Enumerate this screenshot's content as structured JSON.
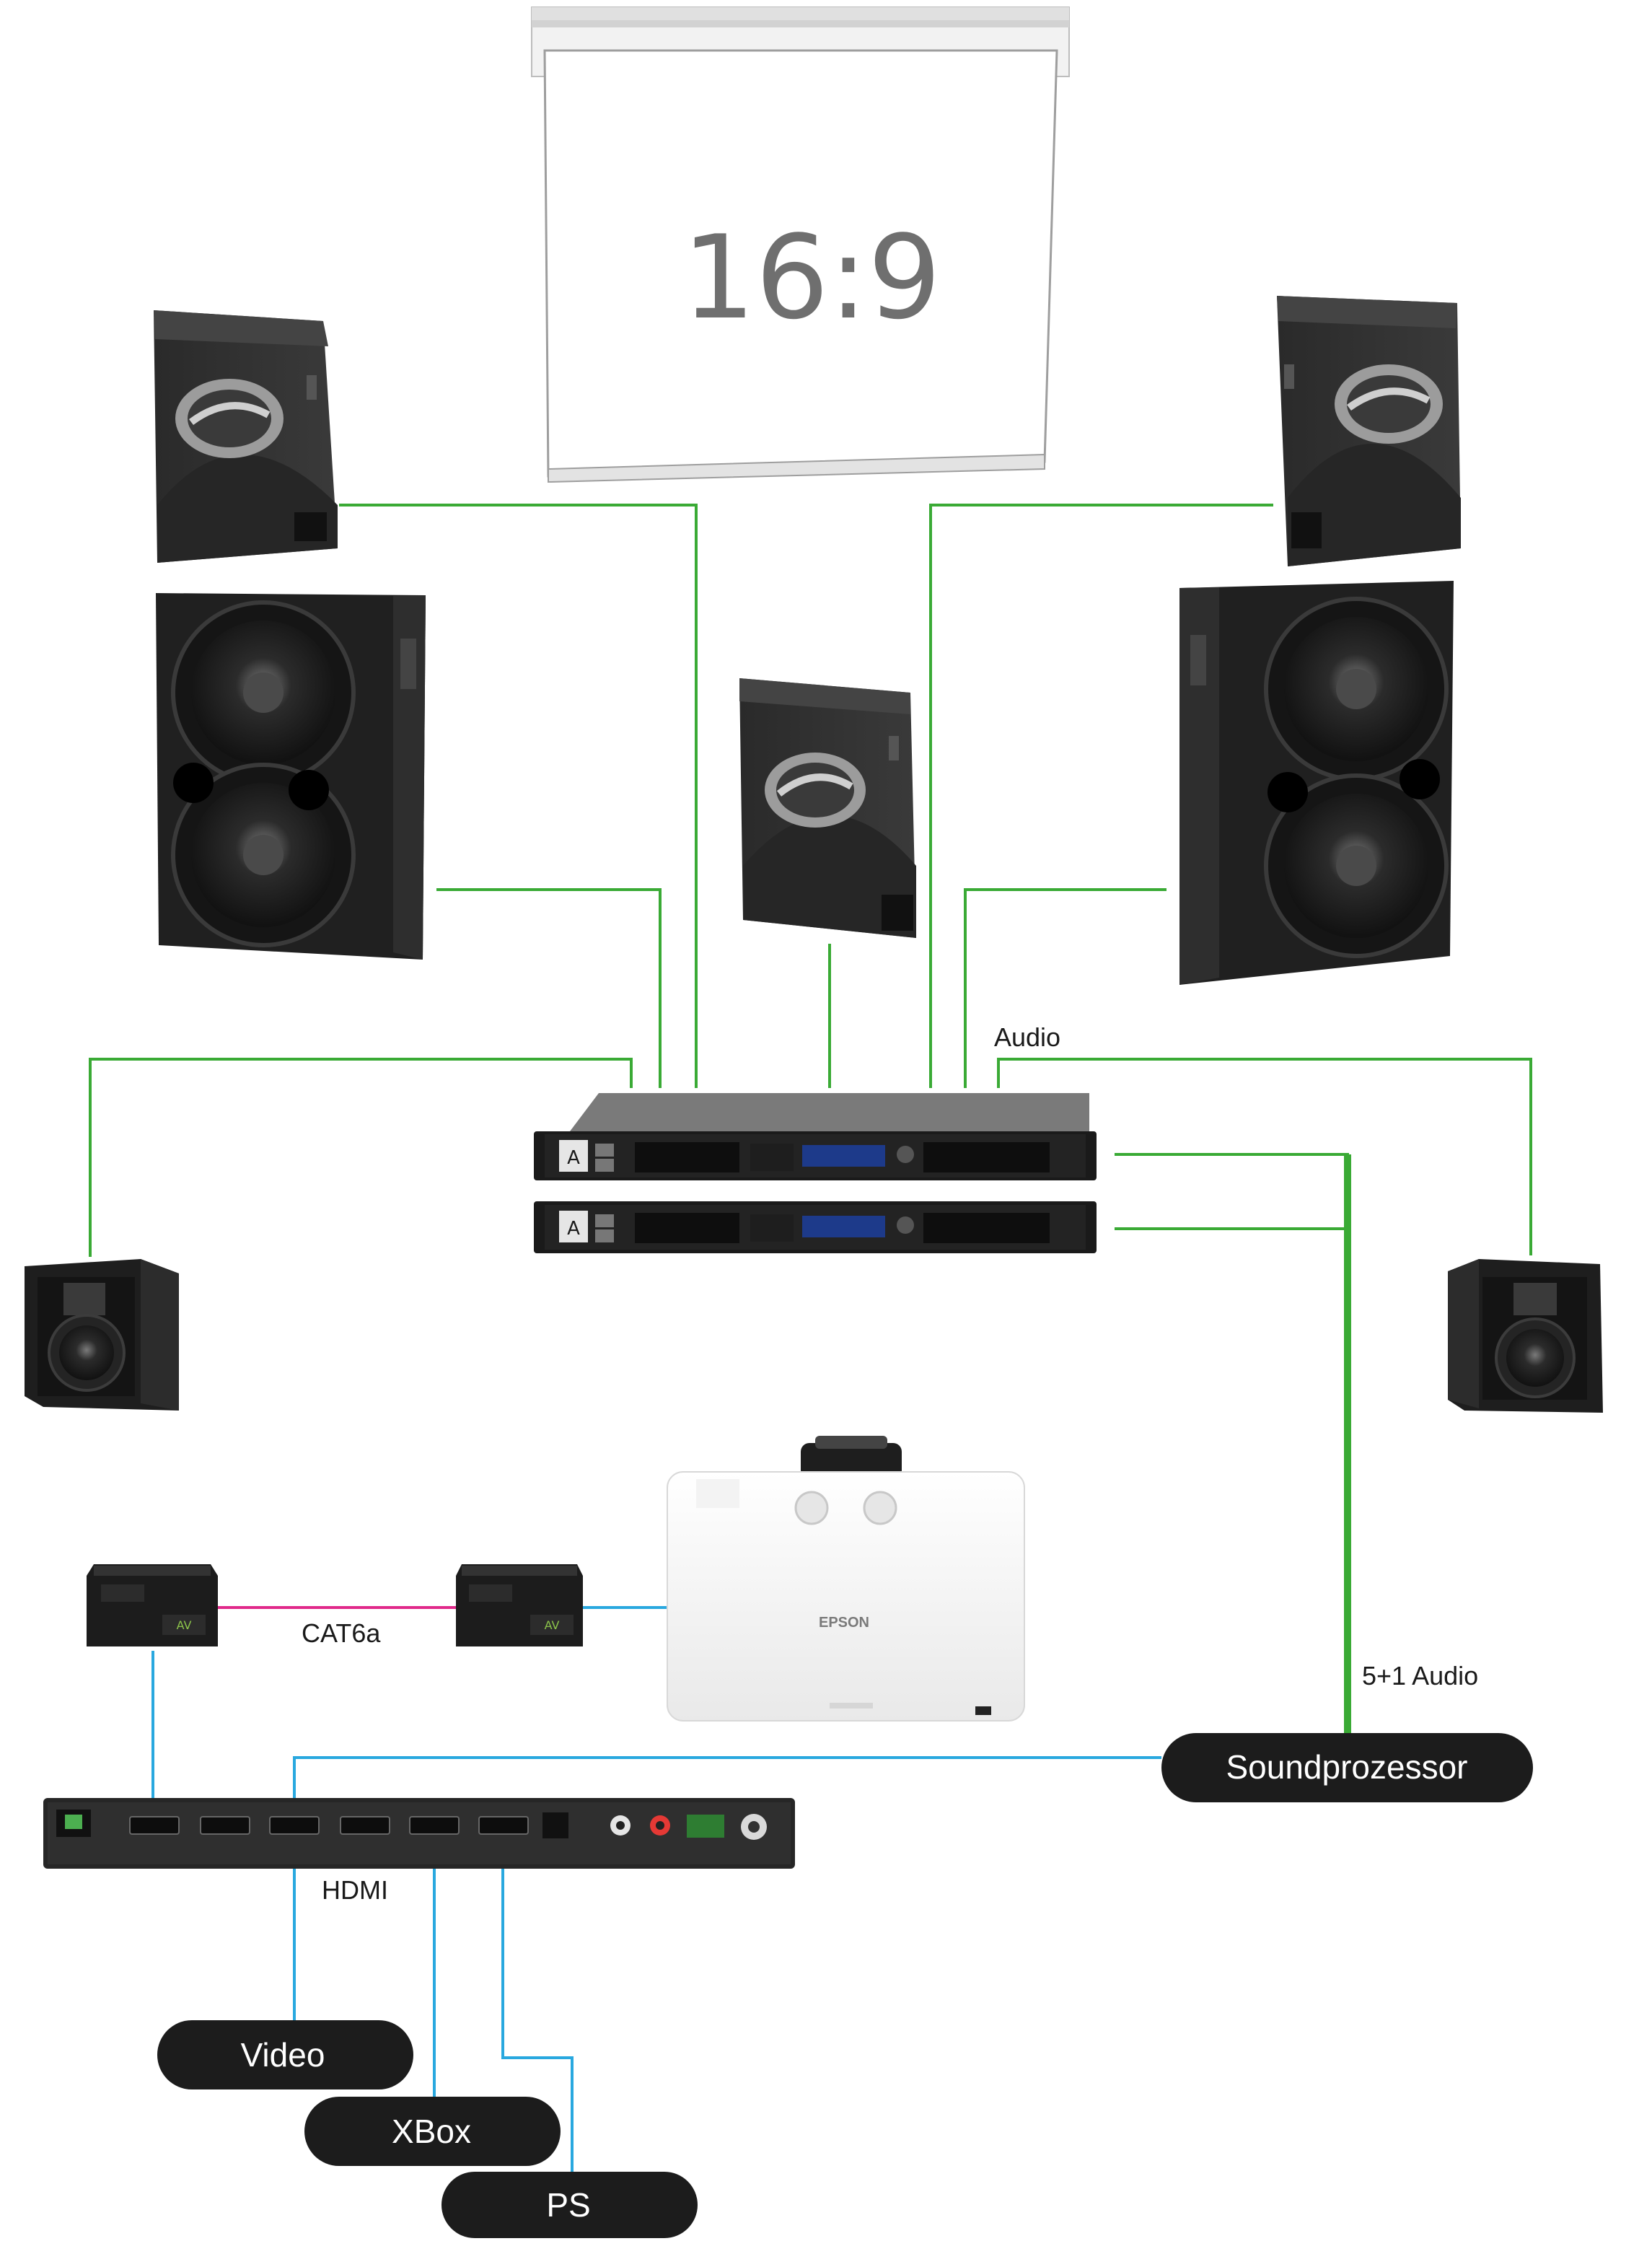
{
  "screen": {
    "aspect_label": "16:9"
  },
  "projector": {
    "brand": "EPSON"
  },
  "labels": {
    "audio": "Audio",
    "cat6a": "CAT6a",
    "surround_audio": "5+1 Audio",
    "hdmi": "HDMI"
  },
  "pills": {
    "sound_processor": "Soundprozessor",
    "video": "Video",
    "xbox": "XBox",
    "ps": "PS"
  },
  "colors": {
    "speaker_cable": "#3aaa35",
    "hdmi_cable": "#29a8df",
    "cat6a_cable": "#e0298a",
    "pill": "#1c1c1c",
    "device": "#2a2a2a"
  },
  "icons": [
    "projection-screen-icon",
    "speaker-icon",
    "subwoofer-icon",
    "amplifier-icon",
    "hdbaset-extender-icon",
    "projector-icon",
    "hdmi-matrix-icon"
  ]
}
